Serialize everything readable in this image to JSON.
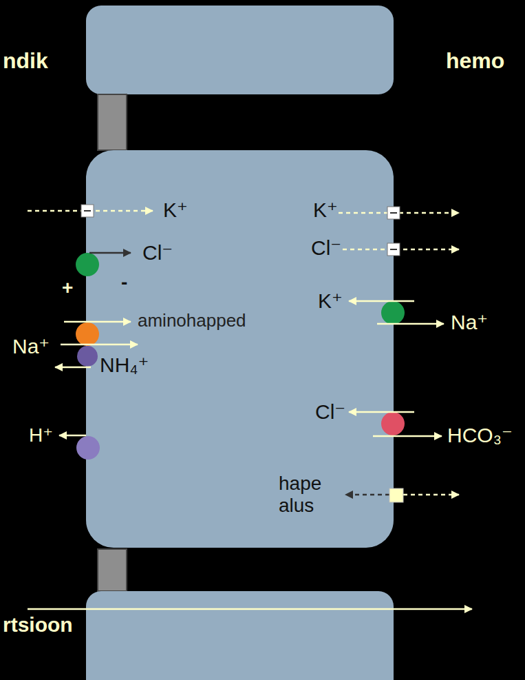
{
  "diagram": {
    "nodes": [
      {
        "text": [
          "K⁺",
          "Cl⁻",
          "-",
          "aminohapped",
          "NH₄⁺",
          "K⁺",
          "Cl⁻",
          "K⁺",
          "Cl⁻",
          "hape alus"
        ]
      }
    ],
    "labels": [
      "ndik",
      "hemo",
      "+",
      "Na⁺",
      "H⁺",
      "Na⁺",
      "HCO₃⁻",
      "rtsioon"
    ]
  }
}
